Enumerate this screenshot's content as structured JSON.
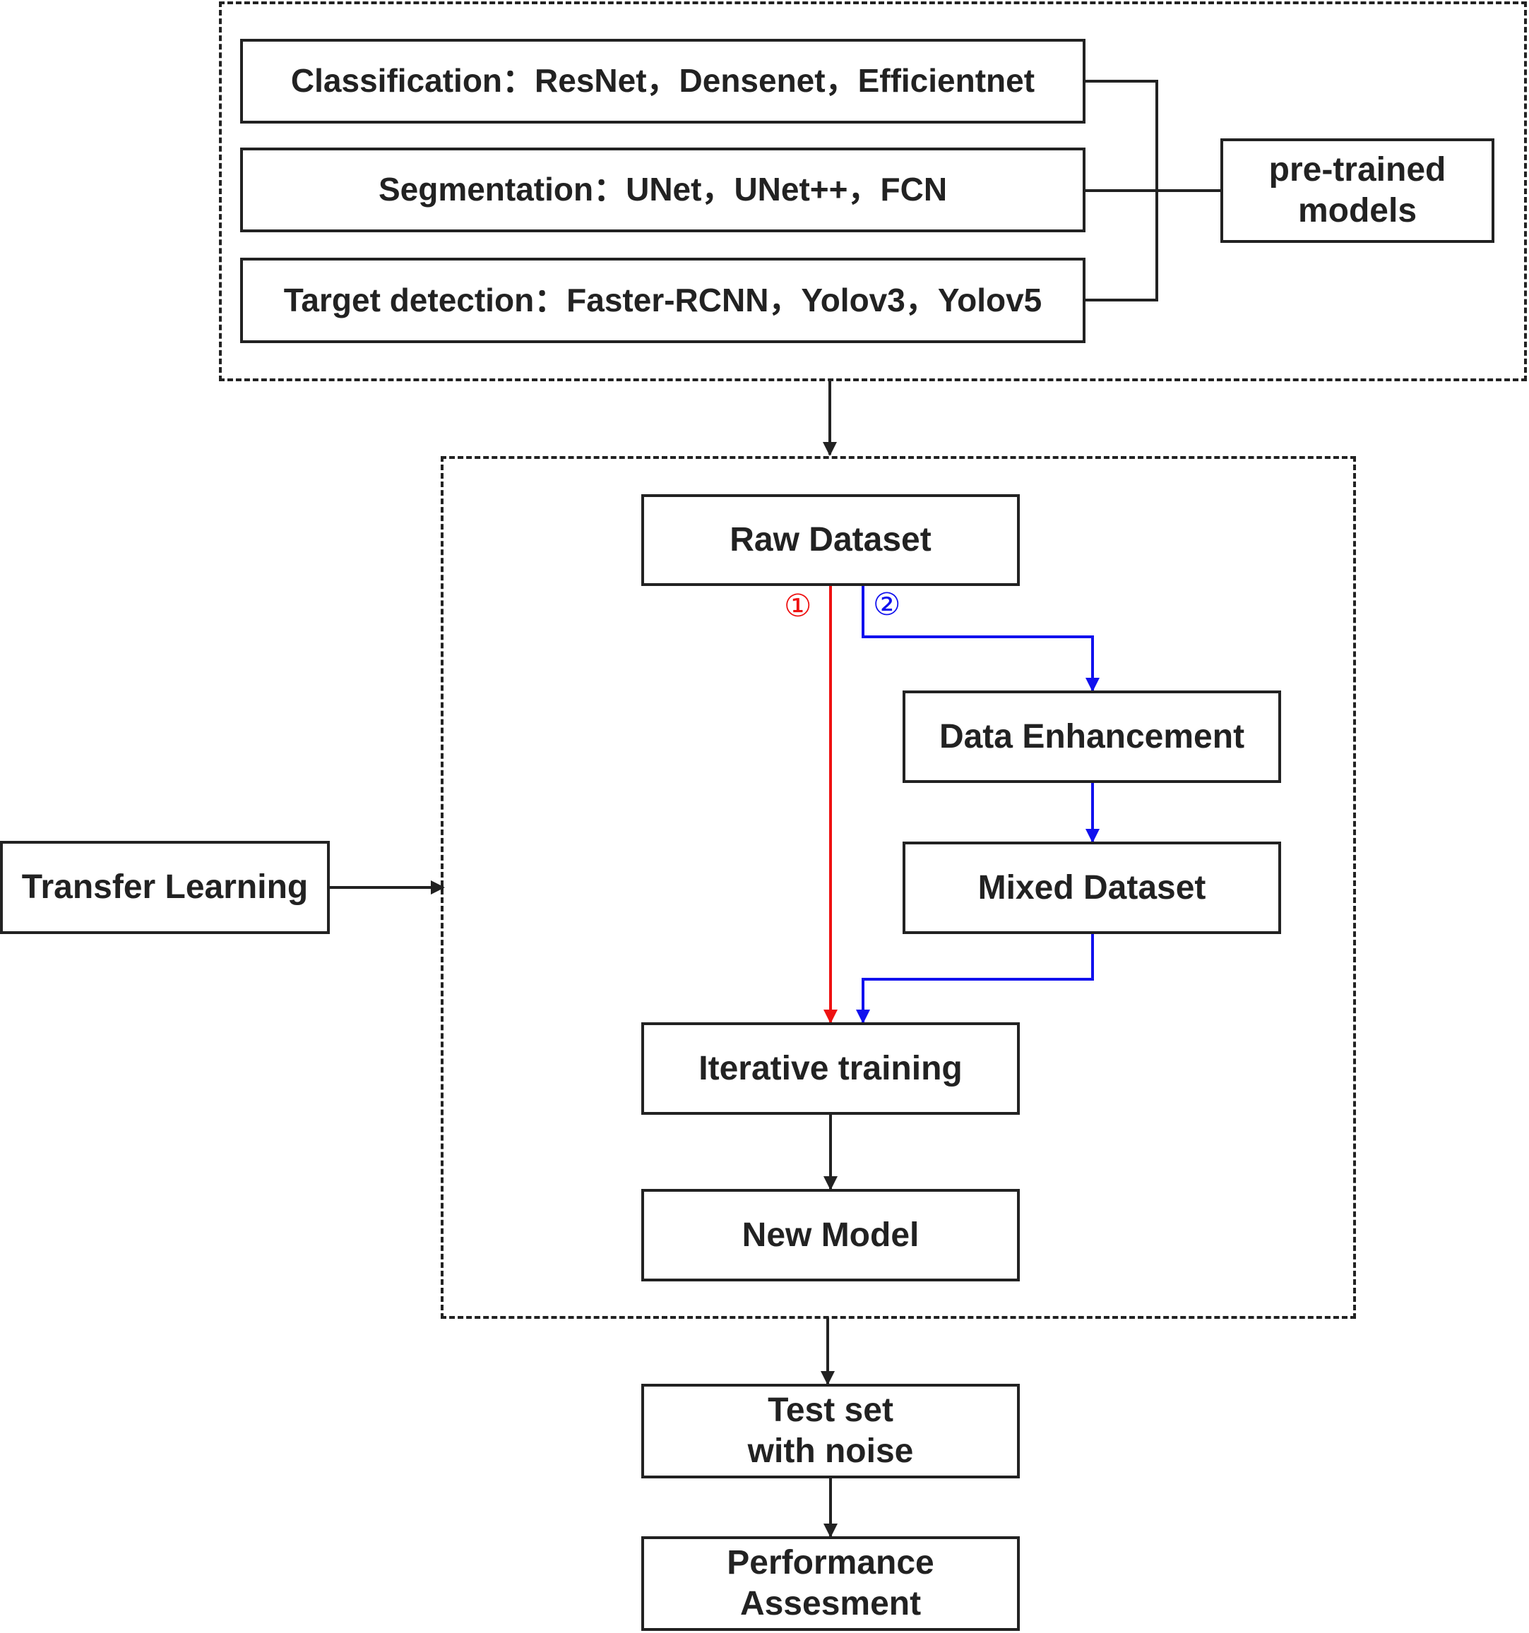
{
  "pretrained_group": {
    "classification": "Classification：ResNet，Densenet，Efficientnet",
    "segmentation": "Segmentation：UNet，UNet++，FCN",
    "detection": "Target detection：Faster-RCNN，Yolov3，Yolov5",
    "pretrained_label_line1": "pre-trained",
    "pretrained_label_line2": "models"
  },
  "process": {
    "raw_dataset": "Raw Dataset",
    "data_enhancement": "Data Enhancement",
    "mixed_dataset": "Mixed Dataset",
    "iterative_training": "Iterative training",
    "new_model": "New Model",
    "path1_marker": "①",
    "path2_marker": "②"
  },
  "transfer_learning": "Transfer Learning",
  "evaluation": {
    "test_line1": "Test set",
    "test_line2": "with noise",
    "perf_line1": "Performance",
    "perf_line2": "Assesment"
  },
  "colors": {
    "line": "#222222",
    "path1": "#ee1111",
    "path2": "#1111ee"
  }
}
